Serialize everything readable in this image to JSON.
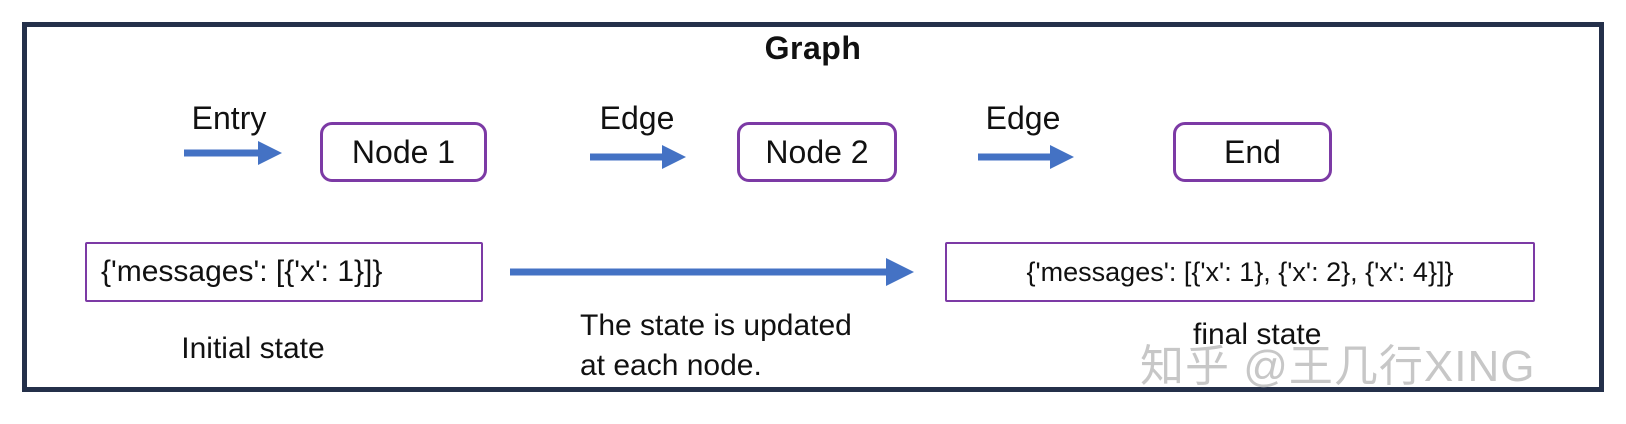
{
  "diagram": {
    "title": "Graph",
    "flow": {
      "entry_label": "Entry",
      "node1_label": "Node 1",
      "edge1_label": "Edge",
      "node2_label": "Node 2",
      "edge2_label": "Edge",
      "end_label": "End"
    },
    "states": {
      "initial_value": "{'messages': [{'x': 1}]}",
      "initial_caption": "Initial state",
      "transition_caption_line1": "The state is updated",
      "transition_caption_line2": "at each node.",
      "final_value": "{'messages': [{'x': 1}, {'x': 2}, {'x': 4}]}",
      "final_caption": "final state"
    },
    "watermark": "知乎 @王几行XING",
    "colors": {
      "frame_border": "#24304a",
      "node_border": "#7c3aa5",
      "arrow_blue": "#4472c4",
      "watermark_gray": "#c7c7c7",
      "text": "#111111"
    }
  }
}
